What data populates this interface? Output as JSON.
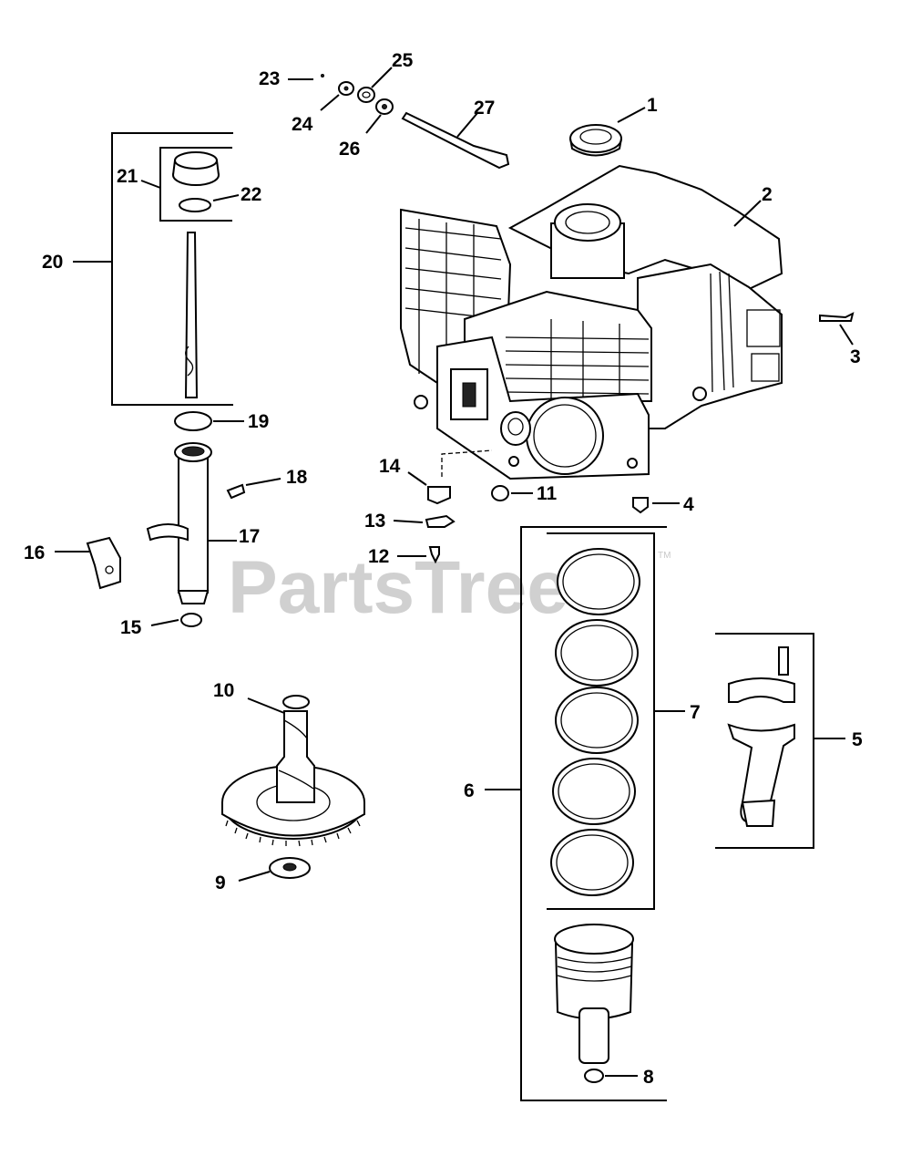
{
  "watermark": {
    "text": "PartsTree",
    "trademark": "TM"
  },
  "callouts": {
    "c1": "1",
    "c2": "2",
    "c3": "3",
    "c4": "4",
    "c5": "5",
    "c6": "6",
    "c7": "7",
    "c8": "8",
    "c9": "9",
    "c10": "10",
    "c11": "11",
    "c12": "12",
    "c13": "13",
    "c14": "14",
    "c15": "15",
    "c16": "16",
    "c17": "17",
    "c18": "18",
    "c19": "19",
    "c20": "20",
    "c21": "21",
    "c22": "22",
    "c23": "23",
    "c24": "24",
    "c25": "25",
    "c26": "26",
    "c27": "27"
  },
  "icons": {
    "oil_seal": "oil-seal-icon",
    "crankcase": "crankcase-icon",
    "connecting_rod": "connecting-rod-icon",
    "piston": "piston-icon",
    "camshaft": "camshaft-icon",
    "dipstick": "dipstick-icon",
    "oil_fill_tube": "oil-fill-tube-icon"
  }
}
